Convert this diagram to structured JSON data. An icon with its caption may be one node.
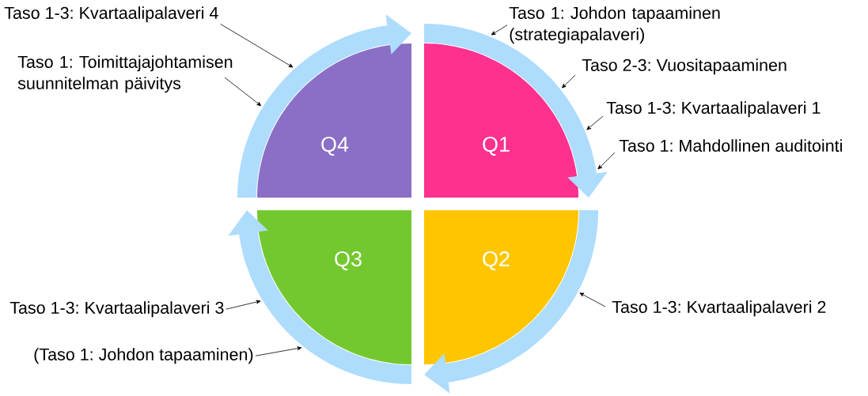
{
  "diagram": {
    "nodes": [
      {
        "text": [
          "Q4"
        ]
      },
      {
        "text": [
          "Q1"
        ]
      },
      {
        "text": [
          "Q3"
        ]
      },
      {
        "text": [
          "Q2"
        ]
      },
      {
        "text": [],
        "shape": "arc"
      },
      {
        "text": [],
        "shape": "arc"
      },
      {
        "text": [],
        "shape": "arc"
      },
      {
        "text": [],
        "shape": "arc"
      },
      {
        "text": [
          "Taso 1-3: Kvartaalipalaveri 4"
        ]
      },
      {
        "text": [
          "Taso 1: Johdon tapaaminen (strategiapalaveri)"
        ]
      },
      {
        "text": [
          "Taso 1: Toimittajajohtamisen suunnitelman päivitys"
        ]
      },
      {
        "text": [
          "Taso 2-3: Vuositapaaminen"
        ]
      },
      {
        "text": [
          "Taso 1-3: Kvartaalipalaveri 1"
        ]
      },
      {
        "text": [
          "Taso 1: Mahdollinen auditointi"
        ]
      },
      {
        "text": [
          "Taso 1-3: Kvartaalipalaveri 3"
        ]
      },
      {
        "text": [
          "Taso 1-3: Kvartaalipalaveri 2"
        ]
      },
      {
        "text": [
          "(Taso 1: Johdon tapaaminen)"
        ]
      }
    ],
    "edges": [
      {
        "from": 8,
        "to": 4,
        "arrow": "to"
      },
      {
        "from": 9,
        "to": 5,
        "arrow": "to"
      },
      {
        "from": 10,
        "to": 4,
        "arrow": "to"
      },
      {
        "from": 11,
        "to": 5,
        "arrow": "to"
      },
      {
        "from": 12,
        "to": 5,
        "arrow": "to"
      },
      {
        "from": 13,
        "to": 5,
        "arrow": "to"
      },
      {
        "from": 14,
        "to": 6,
        "arrow": "to"
      },
      {
        "from": 15,
        "to": 7,
        "arrow": "to"
      },
      {
        "from": 16,
        "to": 6,
        "arrow": "to"
      }
    ]
  }
}
